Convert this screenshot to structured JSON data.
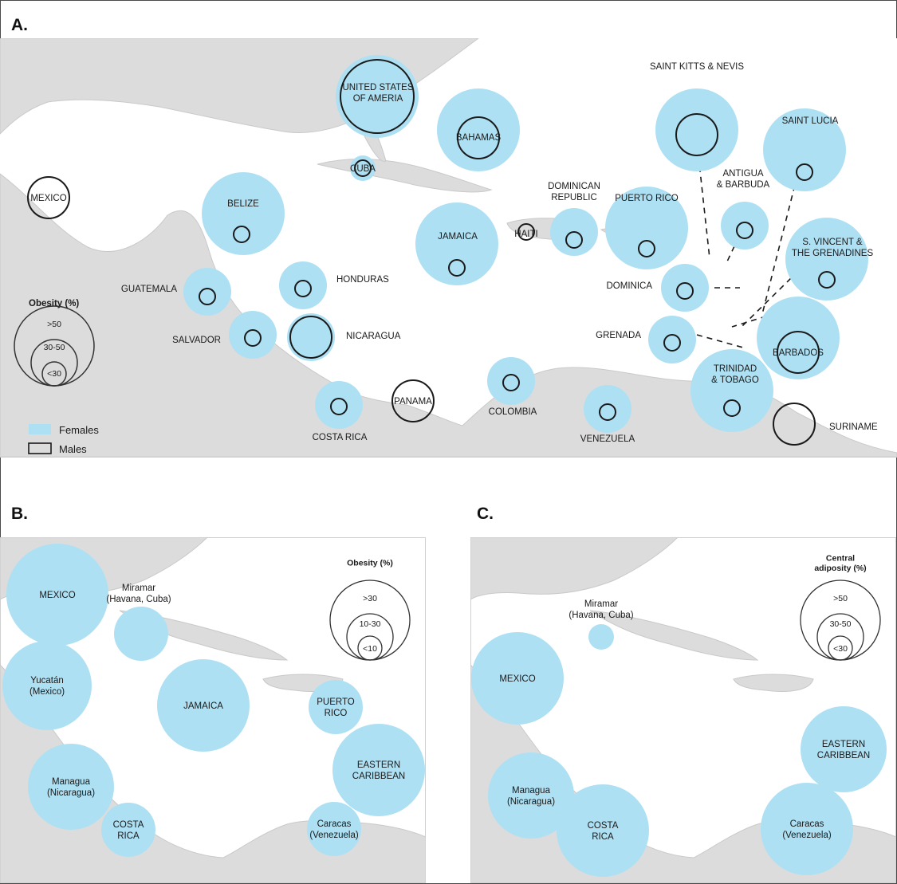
{
  "colors": {
    "female_fill": "#aee0f3",
    "male_stroke": "#1a1a1a",
    "land": "#dcdcdc",
    "land_edge": "#c9c9c9",
    "text": "#1a1a1a"
  },
  "panels": [
    {
      "id": "A",
      "label": "A.",
      "legend": {
        "title": "Obesity (%)",
        "levels": [
          ">50",
          "30-50",
          "<30"
        ],
        "females": "Females",
        "males": "Males"
      },
      "bubbles": [
        {
          "label": "MEXICO",
          "female": 0,
          "male": 2
        },
        {
          "label": "UNITED STATES\nOF AMERIA",
          "female": 3,
          "male": 3
        },
        {
          "label": "BAHAMAS",
          "female": 3,
          "male": 2
        },
        {
          "label": "CUBA",
          "female": 1,
          "male": 1
        },
        {
          "label": "BELIZE",
          "female": 3,
          "male": 1
        },
        {
          "label": "GUATEMALA",
          "female": 2,
          "male": 1
        },
        {
          "label": "HONDURAS",
          "female": 2,
          "male": 1
        },
        {
          "label": "SALVADOR",
          "female": 2,
          "male": 1
        },
        {
          "label": "NICARAGUA",
          "female": 2,
          "male": 2
        },
        {
          "label": "COSTA RICA",
          "female": 2,
          "male": 1
        },
        {
          "label": "PANAMA",
          "female": 0,
          "male": 2
        },
        {
          "label": "JAMAICA",
          "female": 3,
          "male": 1
        },
        {
          "label": "HAITI",
          "female": 0,
          "male": 1
        },
        {
          "label": "DOMINICAN\nREPUBLIC",
          "female": 2,
          "male": 1
        },
        {
          "label": "PUERTO RICO",
          "female": 3,
          "male": 1
        },
        {
          "label": "COLOMBIA",
          "female": 2,
          "male": 1
        },
        {
          "label": "VENEZUELA",
          "female": 2,
          "male": 1
        },
        {
          "label": "SAINT KITTS & NEVIS",
          "female": 3,
          "male": 2
        },
        {
          "label": "SAINT LUCIA",
          "female": 3,
          "male": 1
        },
        {
          "label": "ANTIGUA\n& BARBUDA",
          "female": 2,
          "male": 1
        },
        {
          "label": "S. VINCENT &\nTHE GRENADINES",
          "female": 3,
          "male": 1
        },
        {
          "label": "DOMINICA",
          "female": 2,
          "male": 1
        },
        {
          "label": "GRENADA",
          "female": 2,
          "male": 1
        },
        {
          "label": "BARBADOS",
          "female": 3,
          "male": 2
        },
        {
          "label": "TRINIDAD\n& TOBAGO",
          "female": 3,
          "male": 1
        },
        {
          "label": "SURINAME",
          "female": 0,
          "male": 2
        }
      ]
    },
    {
      "id": "B",
      "label": "B.",
      "legend": {
        "title": "Obesity (%)",
        "levels": [
          ">30",
          "10-30",
          "<10"
        ]
      },
      "bubbles": [
        {
          "label": "MEXICO",
          "level": 3
        },
        {
          "label": "Miramar\n(Havana, Cuba)",
          "level": 2
        },
        {
          "label": "Yucatán\n(Mexico)",
          "level": 3
        },
        {
          "label": "JAMAICA",
          "level": 3
        },
        {
          "label": "PUERTO\nRICO",
          "level": 2
        },
        {
          "label": "EASTERN\nCARIBBEAN",
          "level": 3
        },
        {
          "label": "Managua\n(Nicaragua)",
          "level": 3
        },
        {
          "label": "COSTA\nRICA",
          "level": 2
        },
        {
          "label": "Caracas\n(Venezuela)",
          "level": 2
        }
      ]
    },
    {
      "id": "C",
      "label": "C.",
      "legend": {
        "title": "Central\nadiposity (%)",
        "levels": [
          ">50",
          "30-50",
          "<30"
        ]
      },
      "bubbles": [
        {
          "label": "Miramar\n(Havana, Cuba)",
          "level": 1
        },
        {
          "label": "MEXICO",
          "level": 3
        },
        {
          "label": "EASTERN\nCARIBBEAN",
          "level": 3
        },
        {
          "label": "Managua\n(Nicaragua)",
          "level": 3
        },
        {
          "label": "COSTA\nRICA",
          "level": 3
        },
        {
          "label": "Caracas\n(Venezuela)",
          "level": 3
        }
      ]
    }
  ]
}
